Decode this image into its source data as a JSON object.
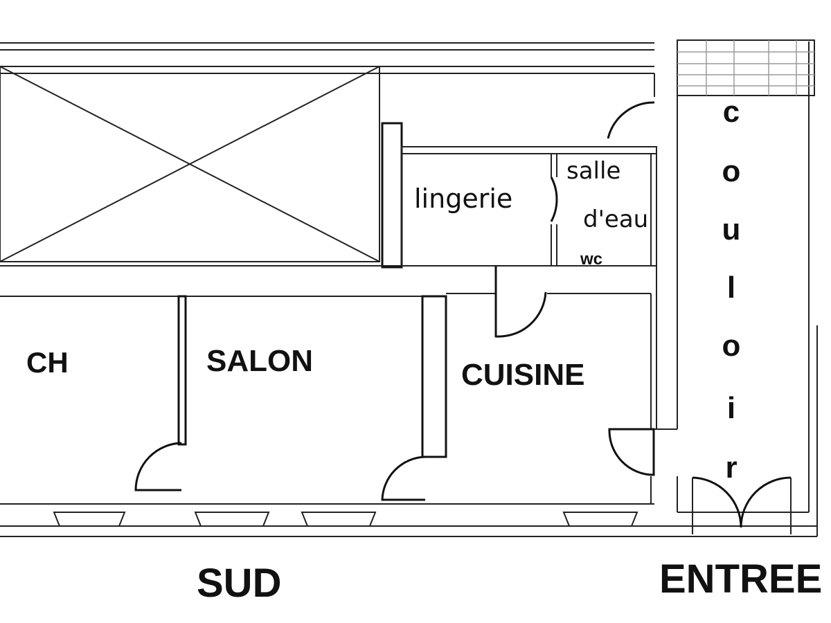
{
  "rooms": {
    "ch": "CH",
    "salon": "SALON",
    "cuisine": "CUISINE",
    "lingerie": "lingerie",
    "salle_deau_1": "salle",
    "salle_deau_2": "d'eau",
    "wc": "wc"
  },
  "couloir_letters": [
    "c",
    "o",
    "u",
    "l",
    "o",
    "i",
    "r"
  ],
  "orientation": {
    "south": "SUD",
    "entrance": "ENTREE"
  }
}
